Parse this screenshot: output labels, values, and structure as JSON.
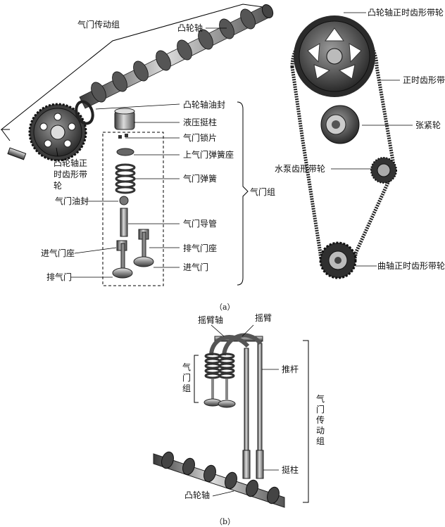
{
  "figure_a": {
    "caption": "（a）",
    "labels": {
      "valve_drive_group": "气门传动组",
      "camshaft": "凸轮轴",
      "camshaft_timing_pulley_top": "凸轮轴正时齿形带轮",
      "timing_belt": "正时齿形带",
      "tensioner": "张紧轮",
      "water_pump_pulley": "水泵齿形带轮",
      "crankshaft_pulley": "曲轴正时齿形带轮",
      "camshaft_oil_seal": "凸轮轴油封",
      "hydraulic_tappet": "液压挺柱",
      "valve_lock": "气门锁片",
      "upper_spring_seat": "上气门弹簧座",
      "valve_spring": "气门弹簧",
      "valve_group": "气门组",
      "valve_oil_seal": "气门油封",
      "valve_guide": "气门导管",
      "intake_valve_seat": "进气门座",
      "exhaust_valve_seat": "排气门座",
      "exhaust_valve": "排气门",
      "intake_valve": "进气门",
      "camshaft_pulley_left": "凸轮轴正时齿形带轮"
    }
  },
  "figure_b": {
    "caption": "（b）",
    "labels": {
      "rocker_shaft": "摇臂轴",
      "rocker_arm": "摇臂",
      "valve_group": "气门组",
      "push_rod": "推杆",
      "valve_drive_group": "气门传动组",
      "tappet": "挺柱",
      "camshaft": "凸轮轴"
    }
  }
}
